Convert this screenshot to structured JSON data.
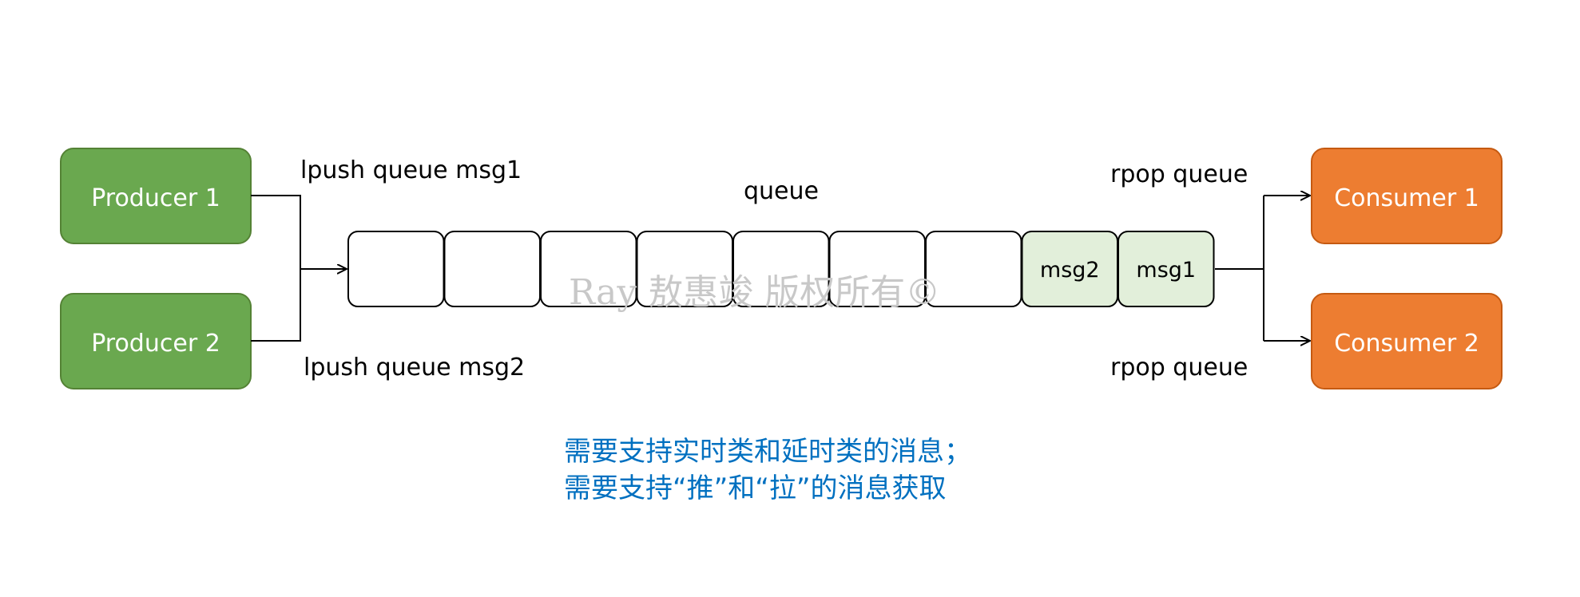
{
  "producers": [
    {
      "label": "Producer 1"
    },
    {
      "label": "Producer 2"
    }
  ],
  "consumers": [
    {
      "label": "Consumer 1"
    },
    {
      "label": "Consumer 2"
    }
  ],
  "push_labels": [
    "lpush queue msg1",
    "lpush queue msg2"
  ],
  "pop_labels": [
    "rpop queue",
    "rpop queue"
  ],
  "queue": {
    "title": "queue",
    "slots": [
      "",
      "",
      "",
      "",
      "",
      "",
      "",
      "msg2",
      "msg1"
    ]
  },
  "watermark": "Ray 敖惠竣 版权所有©",
  "notes": [
    "需要支持实时类和延时类的消息；",
    "需要支持“推”和“拉”的消息获取"
  ],
  "colors": {
    "producer_fill": "#6aa84f",
    "consumer_fill": "#ed7d31",
    "message_fill": "#e2efda",
    "note_text": "#0070c0"
  }
}
